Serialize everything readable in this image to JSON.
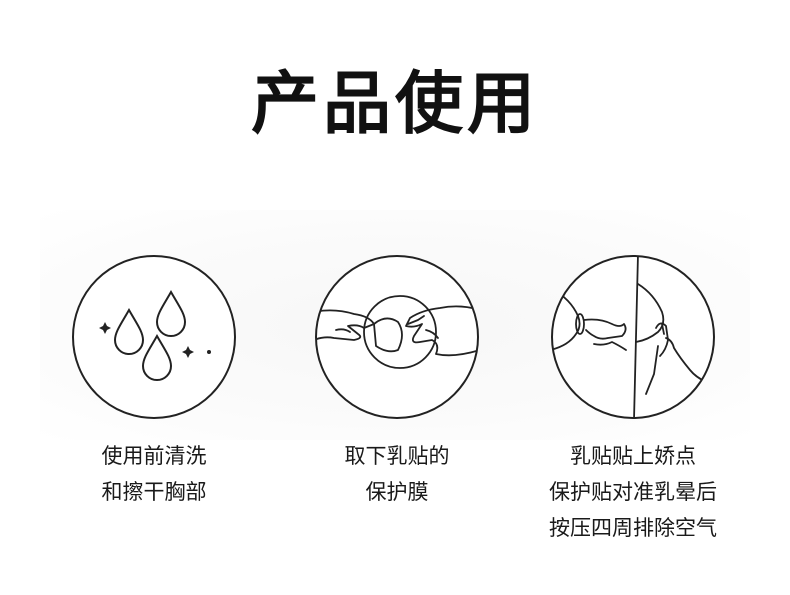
{
  "page": {
    "title": "产品使用"
  },
  "steps": [
    {
      "icon": "water-drops-icon",
      "lines": [
        "使用前清洗",
        "和擦干胸部"
      ]
    },
    {
      "icon": "peel-film-icon",
      "lines": [
        "取下乳贴的",
        "保护膜"
      ]
    },
    {
      "icon": "apply-patch-icon",
      "lines": [
        "乳贴贴上娇点",
        "保护贴对准乳晕后",
        "按压四周排除空气"
      ]
    }
  ],
  "colors": {
    "text": "#111111",
    "line": "#222222",
    "band": "#f7f7f7"
  }
}
